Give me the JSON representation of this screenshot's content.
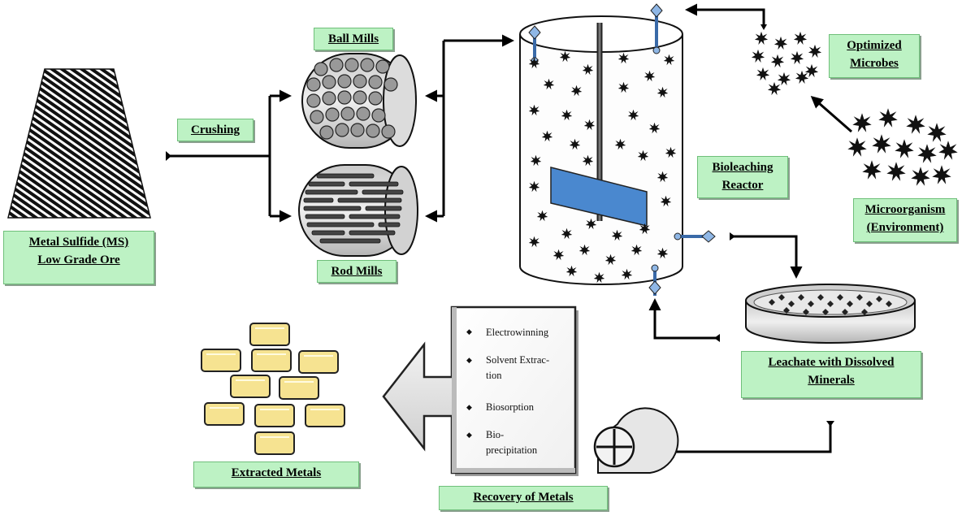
{
  "labels": {
    "ore": [
      "Metal Sulfide (MS)",
      "Low Grade Ore"
    ],
    "crushing": "Crushing",
    "ball_mills": "Ball Mills",
    "rod_mills": "Rod Mills",
    "reactor": [
      "Bioleaching",
      "Reactor"
    ],
    "optimized": [
      "Optimized",
      "Microbes"
    ],
    "microorganism": [
      "Microorganism",
      "(Environment)"
    ],
    "leachate": [
      "Leachate with Dissolved",
      "Minerals"
    ],
    "recovery": "Recovery of Metals",
    "extracted": "Extracted Metals"
  },
  "methods": [
    [
      "Electrowinning"
    ],
    [
      "Solvent Extrac-",
      "tion"
    ],
    [
      "Biosorption"
    ],
    [
      "Bio-",
      "precipitation"
    ]
  ],
  "colors": {
    "label_fill": "#bdf2c4",
    "gold_bar": "#f6e391",
    "paddle": "#4a88cf",
    "drum": "#d8d8d8"
  }
}
